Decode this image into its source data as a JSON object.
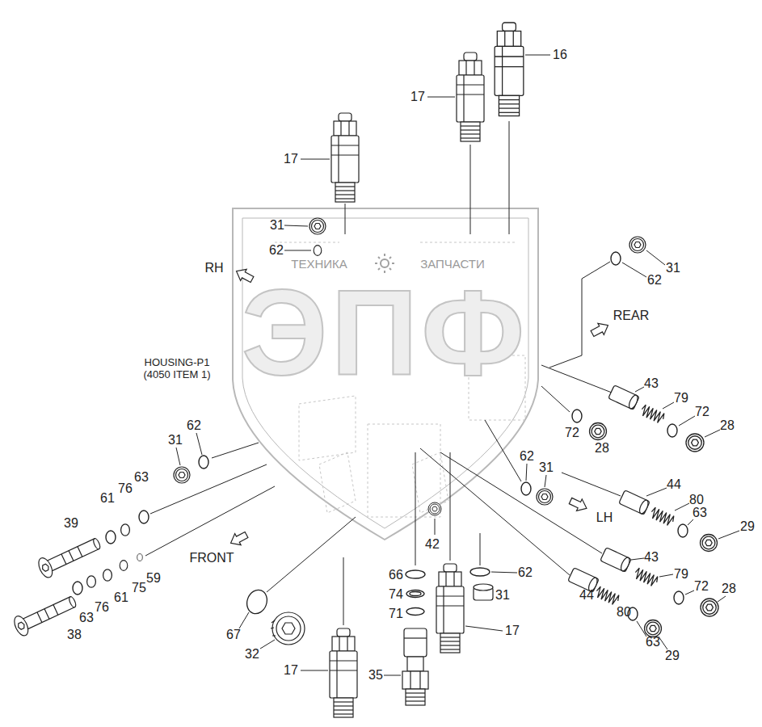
{
  "diagram": {
    "labels": [
      "17",
      "16",
      "17",
      "31",
      "62",
      "RH",
      "31",
      "62",
      "REAR",
      "HOUSING-P1 (4050 ITEM 1)",
      "43",
      "79",
      "72",
      "28",
      "72",
      "28",
      "62",
      "31",
      "63",
      "76",
      "61",
      "39",
      "62",
      "31",
      "44",
      "80",
      "LH",
      "63",
      "29",
      "42",
      "FRONT",
      "59",
      "75",
      "61",
      "76",
      "63",
      "38",
      "43",
      "79",
      "72",
      "28",
      "44",
      "80",
      "63",
      "29",
      "66",
      "62",
      "74",
      "31",
      "71",
      "67",
      "32",
      "17",
      "35",
      "17",
      "ТЕХНИКА",
      "ЗАПЧАСТИ",
      "ЭПФ"
    ]
  }
}
